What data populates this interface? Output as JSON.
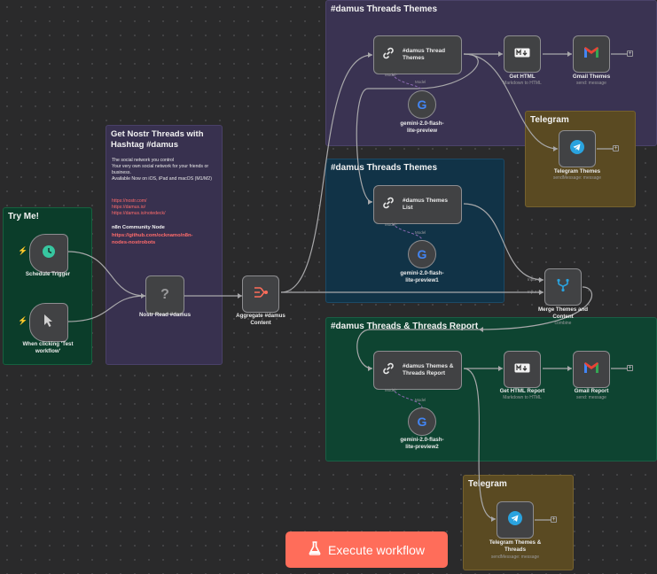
{
  "stickies": {
    "try_me": {
      "title": "Try Me!",
      "color": "#0b3d2a"
    },
    "get_nostr": {
      "title": "Get Nostr Threads with\nHashtag #damus",
      "body": "The social network you control\nYour very own social network for your friends or business.\nAvailable Now on iOS, iPad and macOS (M1/M2)",
      "links": "https://nostr.com/\nhttps://damus.io/\nhttps://damus.io/notedeck/",
      "community_heading": "n8n Community Node",
      "community_link": "https://github.com/ocknamo/n8n-\nnodes-nostrobots",
      "color": "#38314f"
    },
    "themes_top": {
      "title": "#damus Threads Themes",
      "color": "#3a3352"
    },
    "themes_list": {
      "title": "#damus Threads Themes",
      "color": "#113347"
    },
    "report": {
      "title": "#damus Threads & Threads Report",
      "color": "#0e4431"
    },
    "telegram1": {
      "title": "Telegram",
      "color": "#5a4a22"
    },
    "telegram2": {
      "title": "Telegram",
      "color": "#5a4a22"
    }
  },
  "nodes": {
    "schedule": {
      "label": "Schedule Trigger"
    },
    "manual": {
      "label": "When clicking 'Test\nworkflow'"
    },
    "nostr_read": {
      "label": "Nostr Read #damus",
      "glyph": "?"
    },
    "aggregate": {
      "label": "Aggregate #damus\nContent"
    },
    "themes_chain": {
      "label": "#damus Thread\nThemes"
    },
    "gemini1": {
      "label": "gemini-2.0-flash-\nlite-preview"
    },
    "get_html": {
      "label": "Get HTML",
      "sub": "Markdown to HTML"
    },
    "gmail_themes": {
      "label": "Gmail Themes",
      "sub": "send: message"
    },
    "telegram_themes": {
      "label": "Telegram Themes",
      "sub": "sendMessage: message"
    },
    "themes_list_chain": {
      "label": "#damus Themes\nList"
    },
    "gemini2": {
      "label": "gemini-2.0-flash-\nlite-preview1"
    },
    "merge": {
      "label": "Merge Themes and\nContent",
      "sub": "combine",
      "input1": "Input 1",
      "input2": "Input 2"
    },
    "report_chain": {
      "label": "#damus Themes &\nThreads Report"
    },
    "gemini3": {
      "label": "gemini-2.0-flash-\nlite-preview2"
    },
    "get_html_report": {
      "label": "Get HTML Report",
      "sub": "Markdown to HTML"
    },
    "gmail_report": {
      "label": "Gmail Report",
      "sub": "send: message"
    },
    "telegram_report": {
      "label": "Telegram Themes &\nThreads",
      "sub": "sendMessage: message"
    }
  },
  "port_labels": {
    "model_star": "Model*",
    "model": "Model"
  },
  "execute_button": {
    "label": "Execute workflow"
  },
  "colors": {
    "accent": "#ff6d5a",
    "telegram": "#2aa3df",
    "edge": "#a8a8aa",
    "node_border": "#8d8d90"
  },
  "icons": {
    "schedule": "clock-icon",
    "manual": "cursor-icon",
    "nostr": "question-icon",
    "aggregate": "aggregate-icon",
    "chain": "link-chain-icon",
    "gemini": "google-g-icon",
    "markdown": "markdown-icon",
    "gmail": "gmail-icon",
    "telegram": "telegram-icon",
    "merge": "merge-icon",
    "flask": "flask-icon"
  }
}
